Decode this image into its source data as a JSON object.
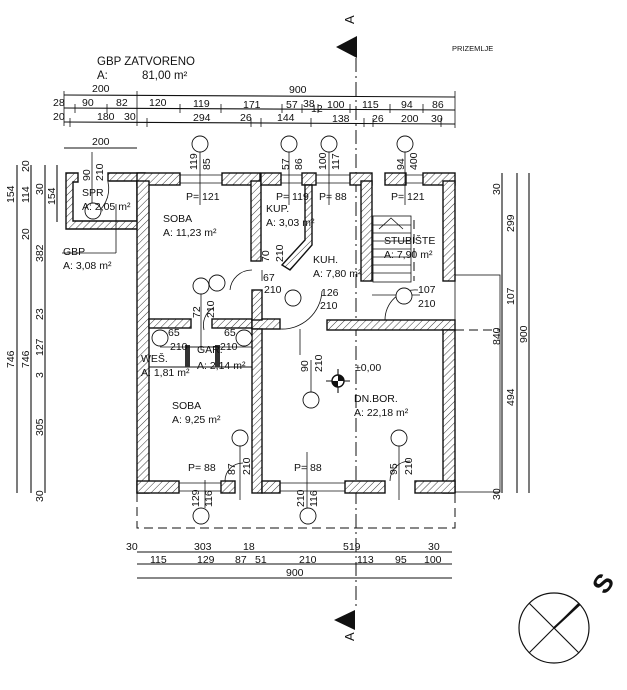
{
  "header": {
    "sheet_label": "PRIZEMLJE",
    "gbp_title": "GBP ZATVORENO",
    "gbp_area_prefix": "A:",
    "gbp_area_value": "81,00 m²"
  },
  "section_marker": {
    "label": "A"
  },
  "compass": {
    "letter": "S"
  },
  "rooms": [
    {
      "name": "SPR",
      "area": "A: 2,05 m²"
    },
    {
      "name": "GBP",
      "area": "A: 3,08 m²"
    },
    {
      "name": "SOBA",
      "area": "A: 11,23 m²"
    },
    {
      "name": "KUP.",
      "area": "A: 3,03 m²"
    },
    {
      "name": "KUH.",
      "area": "A: 7,80 m²"
    },
    {
      "name": "STUBIŠTE",
      "area": "A: 7,90 m²"
    },
    {
      "name": "WEŠ.",
      "area": "A: 1,81 m²"
    },
    {
      "name": "GAR.",
      "area": "A: 2,14 m²"
    },
    {
      "name": "SOBA",
      "area": "A: 9,25 m²"
    },
    {
      "name": "DN.BOR.",
      "area": "A: 22,18 m²"
    }
  ],
  "level": "±0,00",
  "parapets": [
    "P= 121",
    "P= 119",
    "P= 88",
    "P= 121",
    "P= 88",
    "P= 88"
  ],
  "openings": {
    "top_spr": [
      "90",
      "210"
    ],
    "top_soba": [
      "119",
      "85"
    ],
    "top_kup": [
      "57",
      "86"
    ],
    "top_kuh": [
      "100",
      "117"
    ],
    "top_stub": [
      "94",
      "400"
    ],
    "kup_door": [
      "70",
      "210"
    ],
    "kuh_door": [
      "67",
      "210"
    ],
    "hall_door": [
      "126",
      "210"
    ],
    "stub_door": [
      "107",
      "210"
    ],
    "gar_door": [
      "72",
      "210"
    ],
    "wes_door": [
      "65",
      "210"
    ],
    "gar_door2": [
      "65",
      "210"
    ],
    "bor_door": [
      "90",
      "210"
    ],
    "soba2_door": [
      "87",
      "210"
    ],
    "bor_ext_door": [
      "95",
      "210"
    ],
    "bottom_soba": [
      "129",
      "116"
    ],
    "bottom_bor": [
      "210",
      "116"
    ]
  },
  "dims_top": {
    "row1": [
      "200",
      "900"
    ],
    "row2": [
      "28",
      "90",
      "82",
      "120",
      "119",
      "171",
      "57",
      "38",
      "12",
      "100",
      "115",
      "94",
      "86"
    ],
    "row3": [
      "20",
      "180",
      "30",
      "294",
      "26",
      "144",
      "138",
      "26",
      "200",
      "30"
    ],
    "spr_width": "200"
  },
  "dims_bottom": {
    "row1": [
      "30",
      "303",
      "18",
      "519",
      "30"
    ],
    "row2": [
      "115",
      "129",
      "87",
      "51",
      "210",
      "113",
      "95",
      "100"
    ],
    "row3": [
      "900"
    ]
  },
  "dims_left": {
    "col1": [
      "154",
      "746"
    ],
    "col2": [
      "20",
      "114",
      "20",
      "746"
    ],
    "col3": [
      "30",
      "382",
      "23",
      "127",
      "3",
      "305",
      "30"
    ],
    "col4": [
      "154"
    ]
  },
  "dims_right": {
    "col1": [
      "30",
      "840",
      "30"
    ],
    "col2": [
      "299",
      "107",
      "494"
    ],
    "col3": [
      "900"
    ]
  }
}
